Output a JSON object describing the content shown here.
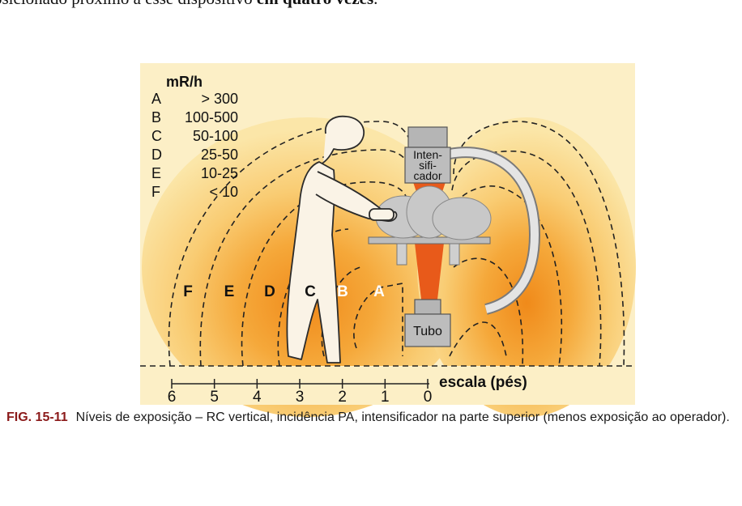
{
  "top_text": {
    "before": "osicionado próximo a esse dispositivo ",
    "bold": "em quatro vezes",
    "after": "."
  },
  "diagram": {
    "legend_unit": "mR/h",
    "legend": [
      {
        "letter": "A",
        "range": "> 300"
      },
      {
        "letter": "B",
        "range": "100-500"
      },
      {
        "letter": "C",
        "range": "50-100"
      },
      {
        "letter": "D",
        "range": "25-50"
      },
      {
        "letter": "E",
        "range": "10-25"
      },
      {
        "letter": "F",
        "range": "< 10"
      }
    ],
    "zone_labels": [
      "F",
      "E",
      "D",
      "C",
      "B",
      "A"
    ],
    "intensifier_label": [
      "Inten-",
      "sifi-",
      "cador"
    ],
    "tube_label": "Tubo",
    "scale_ticks": [
      "6",
      "5",
      "4",
      "3",
      "2",
      "1",
      "0"
    ],
    "scale_label": "escala (pés)"
  },
  "caption": {
    "figure": "FIG. 15-11",
    "text": "Níveis de exposição – RC vertical, incidência PA, intensificador na parte superior (menos exposição ao operador)."
  }
}
